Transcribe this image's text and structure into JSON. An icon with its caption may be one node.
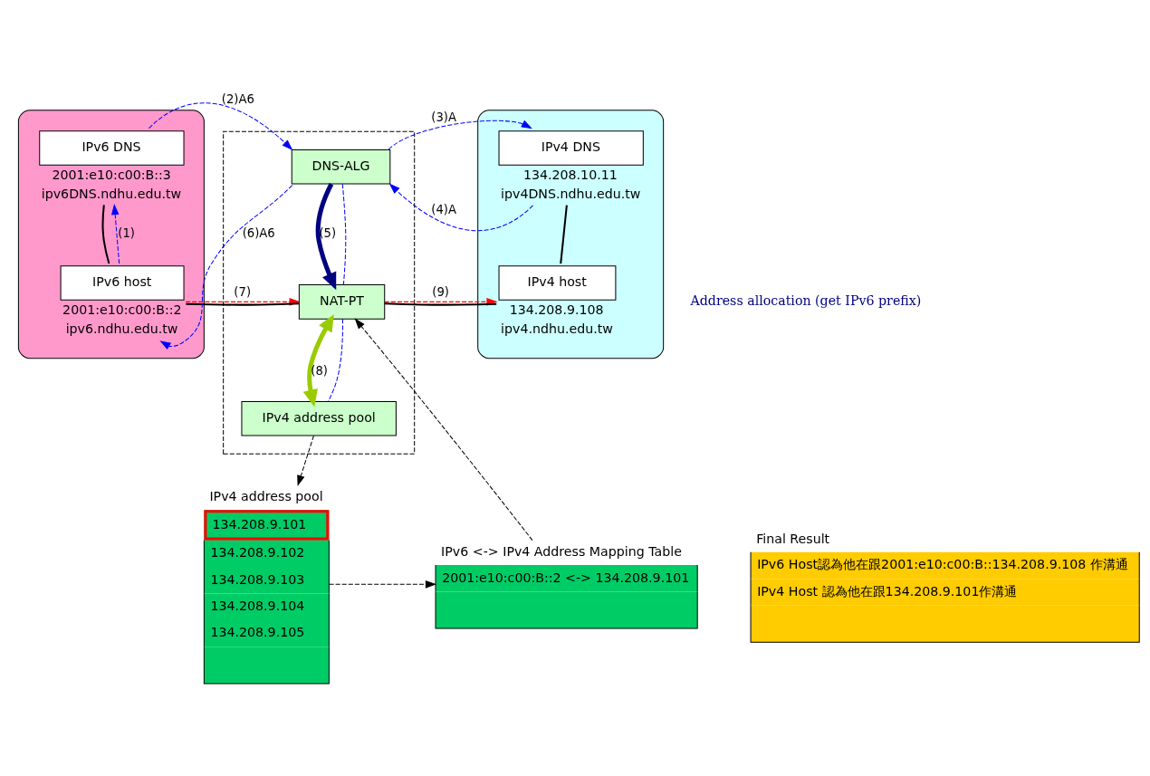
{
  "diagram": {
    "nodes": [
      {
        "text": [],
        "shape": "ellipse"
      },
      {
        "text": [
          "IPv6 DNS"
        ],
        "in": 0,
        "beside": [
          "2001:e10:c00:B::3",
          "ipv6DNS.ndhu.edu.tw"
        ]
      },
      {
        "text": [
          "IPv6 host"
        ],
        "in": 0,
        "beside": [
          "2001:e10:c00:B::2",
          "ipv6.ndhu.edu.tw"
        ]
      },
      {
        "text": [],
        "shape": "box"
      },
      {
        "text": [
          "DNS-ALG"
        ],
        "in": 3
      },
      {
        "text": [
          "NAT-PT"
        ],
        "in": 3
      },
      {
        "text": [
          "IPv4 address pool"
        ],
        "in": 3
      },
      {
        "text": [],
        "shape": "ellipse"
      },
      {
        "text": [
          "IPv4 DNS"
        ],
        "in": 7,
        "beside": [
          "134.208.10.11",
          "ipv4DNS.ndhu.edu.tw"
        ]
      },
      {
        "text": [
          "IPv4 host"
        ],
        "in": 7,
        "beside": [
          "134.208.9.108",
          "ipv4.ndhu.edu.tw"
        ]
      },
      {
        "text": [
          "IPv4 address pool",
          "134.208.9.101",
          "134.208.9.102",
          "134.208.9.103",
          "134.208.9.104",
          "134.208.9.105"
        ]
      },
      {
        "text": [
          "IPv6 <-> IPv4 Address Mapping Table",
          "2001:e10:c00:B::2 <-> 134.208.9.101"
        ]
      },
      {
        "text": [
          "Final Result",
          "IPv6 Host認為他在跟2001:e10:c00:B::134.208.9.108 作溝通",
          "IPv4 Host 認為他在跟134.208.9.101作溝通"
        ]
      }
    ],
    "edges": [
      {
        "from": 2,
        "to": 1,
        "arrow": "to",
        "label": "(1)",
        "style": "dashed",
        "color": "#0000ff"
      },
      {
        "from": 1,
        "to": 4,
        "arrow": "to",
        "label": "(2)A6",
        "style": "dashed",
        "color": "#0000ff"
      },
      {
        "from": 4,
        "to": 8,
        "arrow": "to",
        "label": "(3)A",
        "style": "dashed",
        "color": "#0000ff"
      },
      {
        "from": 8,
        "to": 4,
        "arrow": "to",
        "label": "(4)A",
        "style": "dashed",
        "color": "#0000ff"
      },
      {
        "from": 4,
        "to": 5,
        "arrow": "to",
        "label": "(5)",
        "style": "thick",
        "color": "#000080"
      },
      {
        "from": 4,
        "to": 2,
        "arrow": "to",
        "label": "(6)A6",
        "style": "dashed",
        "color": "#0000ff"
      },
      {
        "from": 2,
        "to": 5,
        "arrow": "to",
        "label": "(7)",
        "style": "dashed",
        "color": "#ff0000"
      },
      {
        "from": 5,
        "to": 6,
        "arrow": "both",
        "label": "(8)",
        "style": "thick",
        "color": "#99cc00"
      },
      {
        "from": 5,
        "to": 9,
        "arrow": "to",
        "label": "(9)",
        "style": "dashed",
        "color": "#ff0000"
      },
      {
        "from": 1,
        "to": 2,
        "arrow": "none",
        "color": "#000000"
      },
      {
        "from": 8,
        "to": 9,
        "arrow": "none",
        "color": "#000000"
      },
      {
        "from": 2,
        "to": 5,
        "arrow": "none",
        "color": "#000000"
      },
      {
        "from": 5,
        "to": 9,
        "arrow": "none",
        "color": "#000000"
      },
      {
        "from": 4,
        "to": 5,
        "arrow": "none",
        "style": "dashed",
        "color": "#0000ff"
      },
      {
        "from": 5,
        "to": 6,
        "arrow": "none",
        "style": "dashed",
        "color": "#0000ff"
      },
      {
        "from": 6,
        "to": 10,
        "arrow": "to",
        "style": "dashed",
        "color": "#000000"
      },
      {
        "from": 11,
        "to": 5,
        "arrow": "to",
        "style": "dashed",
        "color": "#000000"
      },
      {
        "from": 10,
        "to": 11,
        "arrow": "to",
        "style": "dashed",
        "color": "#000000"
      }
    ],
    "labels": [
      "Address allocation (get IPv6 prefix)"
    ]
  }
}
